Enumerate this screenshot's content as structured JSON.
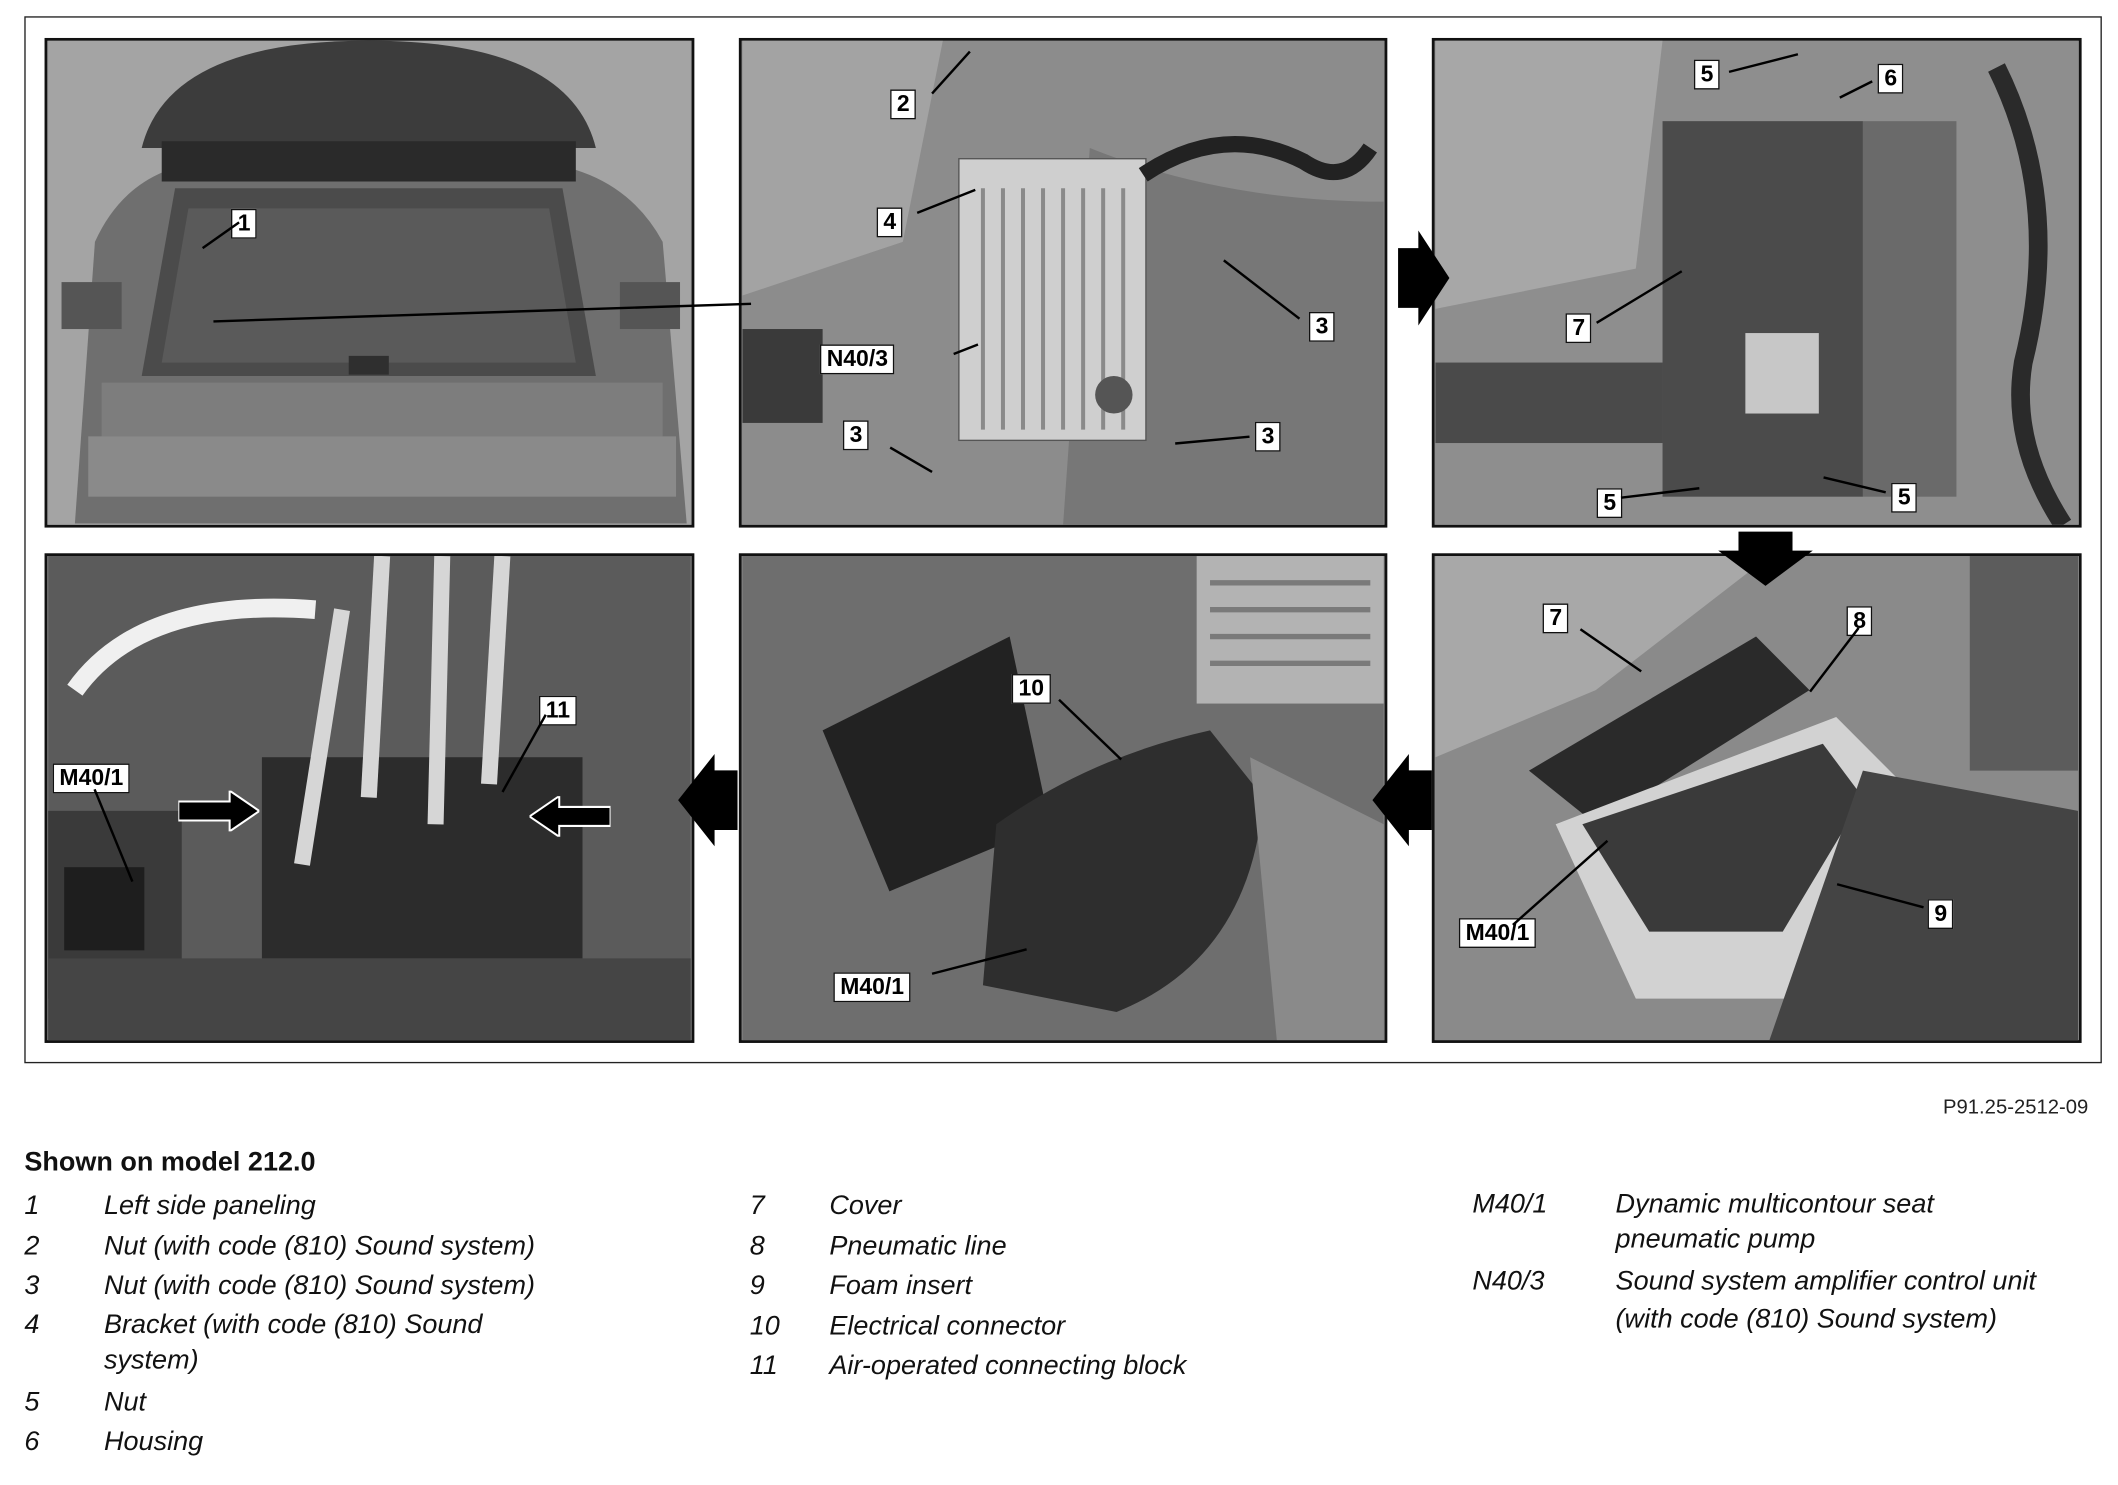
{
  "figure": {
    "reference": "P91.25-2512-09",
    "callouts": {
      "p1": [
        "1"
      ],
      "p2": [
        "2",
        "4",
        "3",
        "N40/3",
        "3",
        "3"
      ],
      "p3": [
        "5",
        "6",
        "7",
        "5",
        "5"
      ],
      "p4": [
        "M40/1",
        "11"
      ],
      "p5": [
        "10",
        "M40/1"
      ],
      "p6": [
        "7",
        "8",
        "M40/1",
        "9"
      ]
    }
  },
  "legend": {
    "title": "Shown on model 212.0",
    "col1": [
      {
        "key": "1",
        "text": "Left side paneling"
      },
      {
        "key": "2",
        "text": "Nut (with code (810) Sound system)"
      },
      {
        "key": "3",
        "text": "Nut (with code (810) Sound system)"
      },
      {
        "key": "4",
        "text": "Bracket (with code (810) Sound system)"
      },
      {
        "key": "5",
        "text": "Nut"
      },
      {
        "key": "6",
        "text": "Housing"
      }
    ],
    "col2": [
      {
        "key": "7",
        "text": "Cover"
      },
      {
        "key": "8",
        "text": "Pneumatic line"
      },
      {
        "key": "9",
        "text": "Foam insert"
      },
      {
        "key": "10",
        "text": "Electrical connector"
      },
      {
        "key": "11",
        "text": "Air-operated connecting block"
      }
    ],
    "col3": [
      {
        "key": "M40/1",
        "text": "Dynamic multicontour seat pneumatic pump"
      },
      {
        "key": "N40/3",
        "text": "Sound system amplifier control unit (with code (810) Sound system)"
      }
    ]
  }
}
